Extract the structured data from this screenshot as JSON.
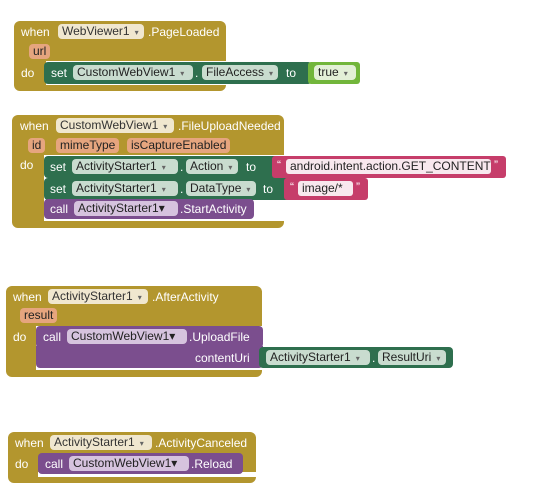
{
  "blocks": [
    {
      "keyword_when": "when",
      "component": "WebViewer1",
      "event": ".PageLoaded",
      "params": [
        "url"
      ],
      "keyword_do": "do",
      "set": {
        "keyword": "set",
        "component": "CustomWebView1",
        "dot": ".",
        "property": "FileAccess",
        "to": "to",
        "value": "true"
      }
    },
    {
      "keyword_when": "when",
      "component": "CustomWebView1",
      "event": ".FileUploadNeeded",
      "params": [
        "id",
        "mimeType",
        "isCaptureEnabled"
      ],
      "keyword_do": "do",
      "set1": {
        "keyword": "set",
        "component": "ActivityStarter1",
        "dot": ".",
        "property": "Action",
        "to": "to",
        "value": "android.intent.action.GET_CONTENT"
      },
      "set2": {
        "keyword": "set",
        "component": "ActivityStarter1",
        "dot": ".",
        "property": "DataType",
        "to": "to",
        "value": "image/*"
      },
      "call": {
        "keyword": "call",
        "component": "ActivityStarter1",
        "method": ".StartActivity"
      }
    },
    {
      "keyword_when": "when",
      "component": "ActivityStarter1",
      "event": ".AfterActivity",
      "params": [
        "result"
      ],
      "keyword_do": "do",
      "call": {
        "keyword": "call",
        "component": "CustomWebView1",
        "method": ".UploadFile",
        "arg_name": "contentUri",
        "arg_component": "ActivityStarter1",
        "arg_dot": ".",
        "arg_property": "ResultUri"
      }
    },
    {
      "keyword_when": "when",
      "component": "ActivityStarter1",
      "event": ".ActivityCanceled",
      "keyword_do": "do",
      "call": {
        "keyword": "call",
        "component": "CustomWebView1",
        "method": ".Reload"
      }
    }
  ],
  "quote_open": "“",
  "quote_close": "”",
  "dropdown_arrow": "▾",
  "colors": {
    "event": "#B3962E",
    "setter": "#2E6F4E",
    "call": "#7B4E8E",
    "string": "#C63D6A",
    "boolean": "#72B63B",
    "param": "#E6A57E"
  }
}
